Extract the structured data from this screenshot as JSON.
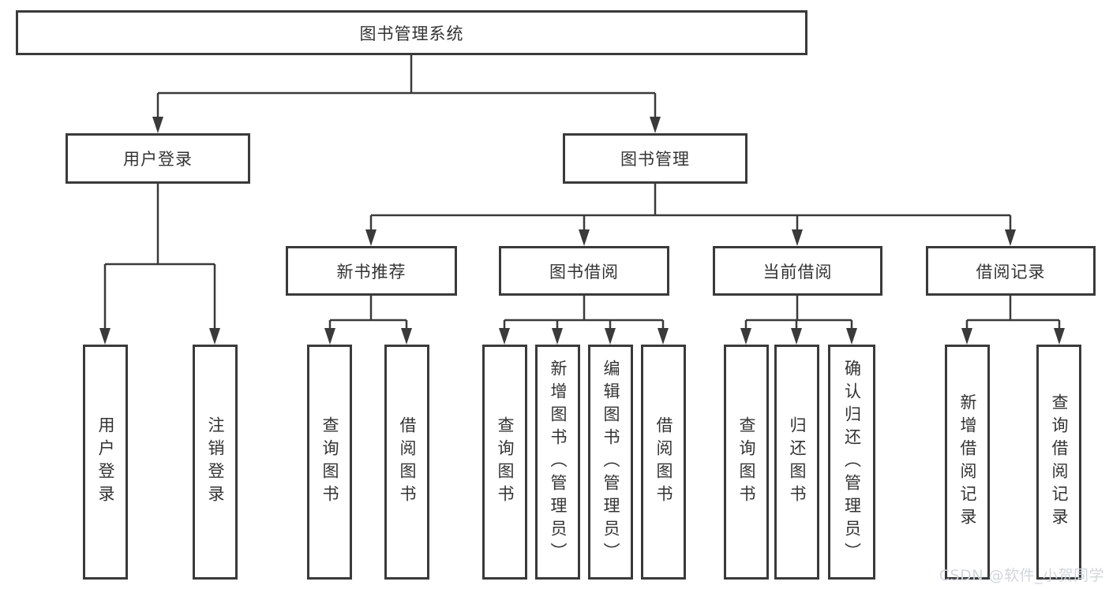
{
  "diagram": {
    "root": "图书管理系统",
    "branches": [
      {
        "label": "用户登录",
        "children": [
          "用户登录",
          "注销登录"
        ]
      },
      {
        "label": "图书管理",
        "sections": [
          {
            "label": "新书推荐",
            "children": [
              "查询图书",
              "借阅图书"
            ]
          },
          {
            "label": "图书借阅",
            "children": [
              "查询图书",
              "新增图书（管理员）",
              "编辑图书（管理员）",
              "借阅图书"
            ]
          },
          {
            "label": "当前借阅",
            "children": [
              "查询图书",
              "归还图书",
              "确认归还（管理员）"
            ]
          },
          {
            "label": "借阅记录",
            "children": [
              "新增借阅记录",
              "查询借阅记录"
            ]
          }
        ]
      }
    ]
  },
  "watermark": {
    "text": "CSDN @软件_小贺同学"
  },
  "colors": {
    "line": "#3a3a3a",
    "text": "#333333",
    "background": "#ffffff",
    "watermark": "#d2d6dc"
  }
}
